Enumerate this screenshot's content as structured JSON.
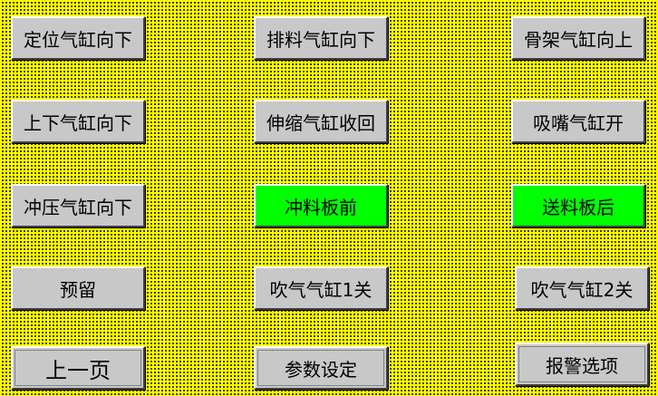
{
  "colors": {
    "background": "#ffff00",
    "button": "#c8c8c8",
    "active": "#00ff00"
  },
  "buttons": {
    "r1c1": "定位气缸向下",
    "r1c2": "排料气缸向下",
    "r1c3": "骨架气缸向上",
    "r2c1": "上下气缸向下",
    "r2c2": "伸缩气缸收回",
    "r2c3": "吸嘴气缸开",
    "r3c1": "冲压气缸向下",
    "r3c2": "冲料板前",
    "r3c3": "送料板后",
    "r4c1": "预留",
    "r4c2": "吹气气缸1关",
    "r4c3": "吹气气缸2关",
    "prev_page": "上一页",
    "params": "参数设定",
    "alarm": "报警选项"
  }
}
